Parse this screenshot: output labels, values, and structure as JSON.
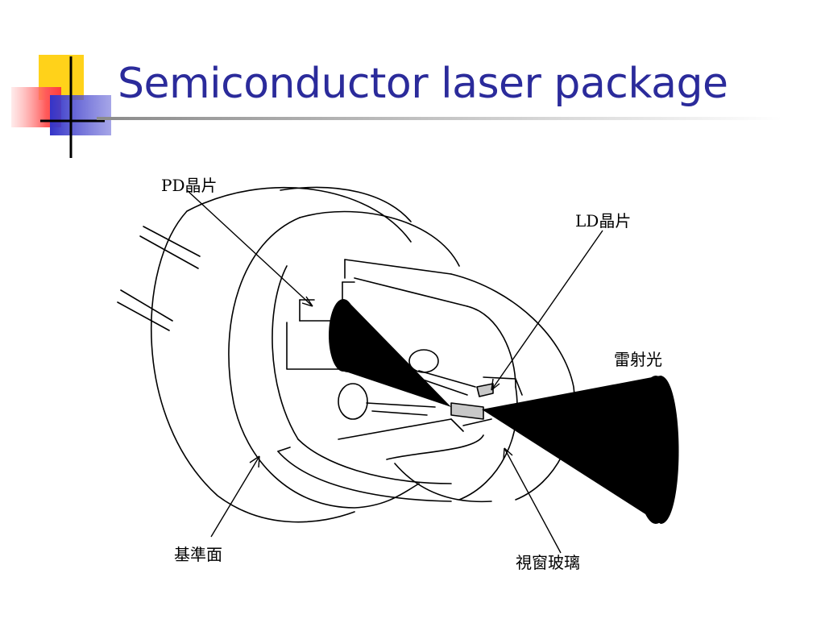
{
  "slide": {
    "title": "Semiconductor laser package"
  },
  "diagram": {
    "labels": {
      "pd_chip": "PD晶片",
      "ld_chip": "LD晶片",
      "laser_light": "雷射光",
      "reference_plane": "基準面",
      "window_glass": "視窗玻璃"
    }
  },
  "colors": {
    "title": "#2b2b9b",
    "deco_yellow": "#ffd21a",
    "deco_red": "#ff5a5a",
    "deco_blue": "#3434c8",
    "title_rule": "#c8c8c8"
  }
}
